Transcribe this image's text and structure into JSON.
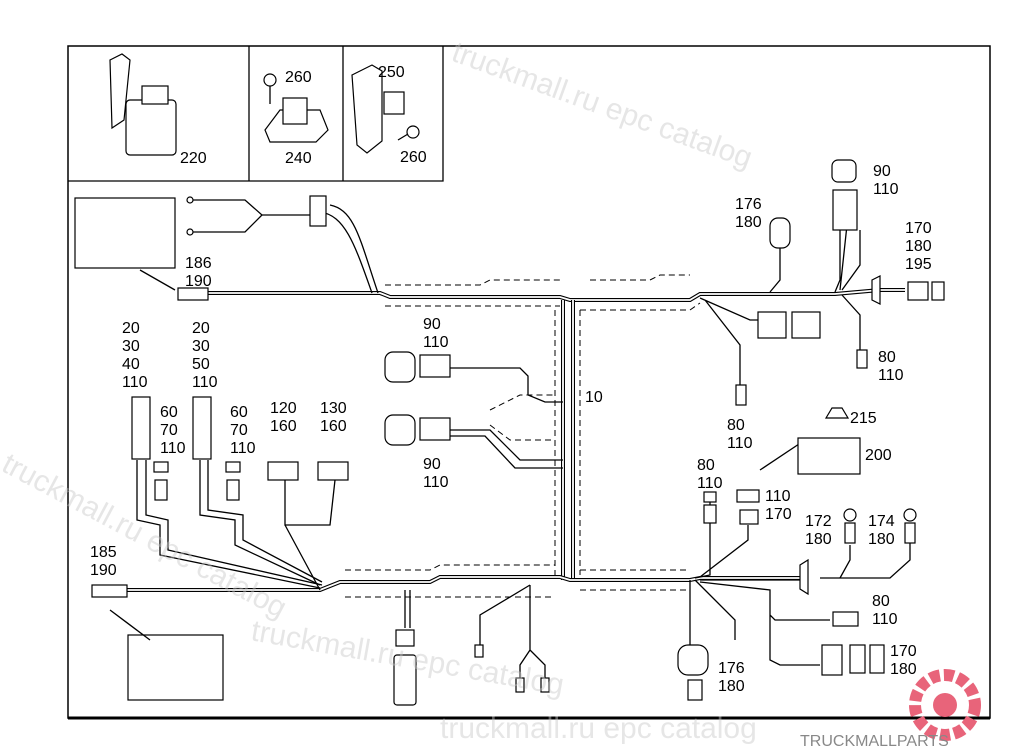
{
  "diagram": {
    "inset_labels": [
      "220",
      "260",
      "240",
      "250",
      "260"
    ],
    "callouts": [
      [
        "186",
        "190"
      ],
      [
        "20",
        "30",
        "40",
        "110"
      ],
      [
        "20",
        "30",
        "50",
        "110"
      ],
      [
        "60",
        "70",
        "110"
      ],
      [
        "60",
        "70",
        "110"
      ],
      [
        "120",
        "160"
      ],
      [
        "130",
        "160"
      ],
      [
        "90",
        "110"
      ],
      [
        "10"
      ],
      [
        "90",
        "110"
      ],
      [
        "185",
        "190"
      ],
      [
        "176",
        "180"
      ],
      [
        "90",
        "110"
      ],
      [
        "170",
        "180",
        "195"
      ],
      [
        "80",
        "110"
      ],
      [
        "80",
        "110"
      ],
      [
        "215"
      ],
      [
        "200"
      ],
      [
        "80",
        "110"
      ],
      [
        "110",
        "170"
      ],
      [
        "172",
        "180"
      ],
      [
        "174",
        "180"
      ],
      [
        "80",
        "110"
      ],
      [
        "170",
        "180"
      ],
      [
        "176",
        "180"
      ]
    ],
    "watermark": "truckmall.ru epc catalog",
    "logo_text": "TRUCKMALLPARTS",
    "logo_color": "#e8647a"
  }
}
